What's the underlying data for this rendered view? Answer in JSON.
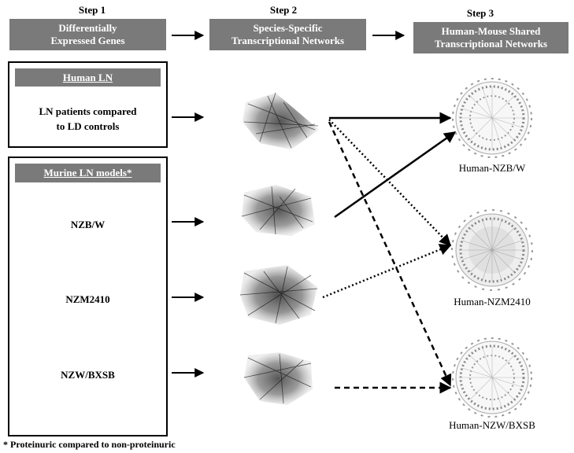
{
  "steps": [
    {
      "title": "Step 1",
      "box": [
        "Differentially",
        "Expressed Genes"
      ]
    },
    {
      "title": "Step 2",
      "box": [
        "Species-Specific",
        "Transcriptional Networks"
      ]
    },
    {
      "title": "Step 3",
      "box": [
        "Human-Mouse Shared",
        "Transcriptional Networks"
      ]
    }
  ],
  "human_panel": {
    "header": "Human LN",
    "text": [
      "LN patients compared",
      "to LD controls"
    ]
  },
  "murine_panel": {
    "header": "Murine LN models*",
    "models": [
      "NZB/W",
      "NZM2410",
      "NZW/BXSB"
    ]
  },
  "shared_networks": [
    "Human-NZB/W",
    "Human-NZM2410",
    "Human-NZW/BXSB"
  ],
  "footnote": "* Proteinuric compared to non-proteinuric"
}
